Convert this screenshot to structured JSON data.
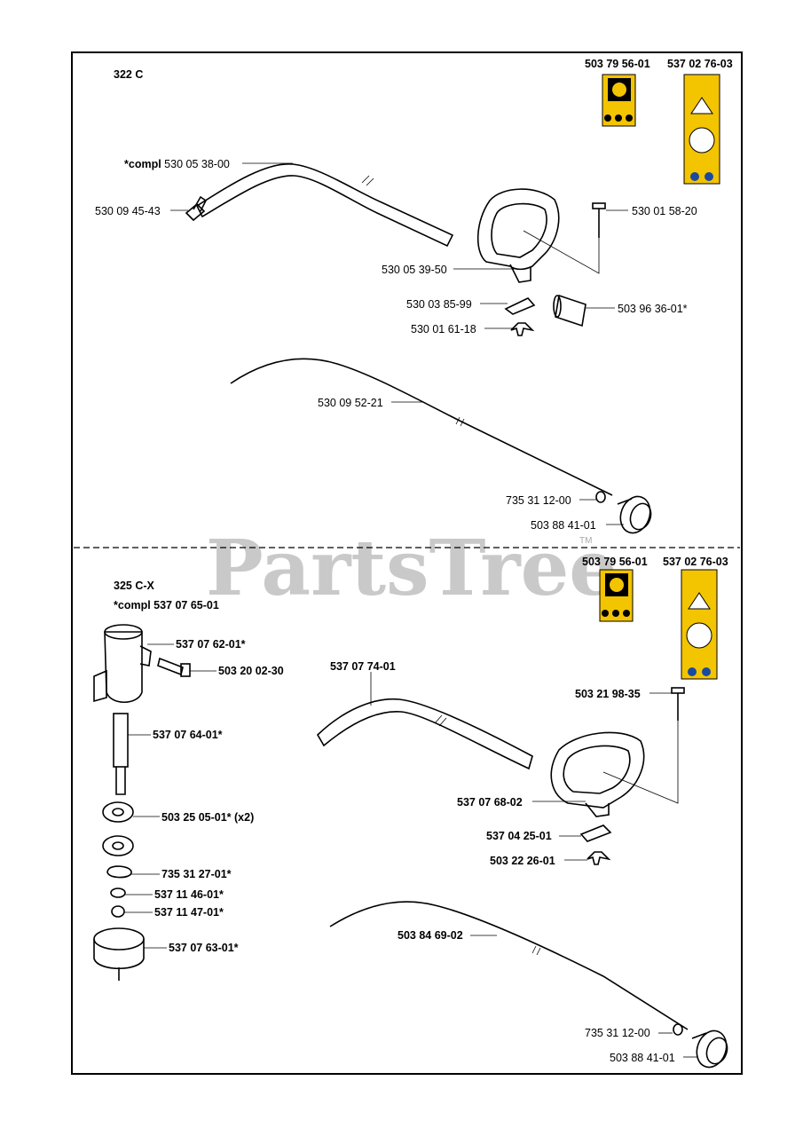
{
  "watermark": "PartsTree",
  "trademark": "TM",
  "section_322": {
    "model": "322 C",
    "decal_1": "503 79 56-01",
    "decal_2": "537 02 76-03",
    "parts": {
      "tube_prefix": "*compl",
      "tube": "530 05 38-00",
      "screw_left": "530 09 45-43",
      "bolt": "530 01 58-20",
      "handle": "530 05 39-50",
      "sleeve": "503 96 36-01*",
      "clamp": "530 03 85-99",
      "wing_nut": "530 01 61-18",
      "shaft": "530 09 52-21",
      "clip": "735 31 12-00",
      "knob": "503 88 41-01"
    }
  },
  "section_325": {
    "model": "325 C-X",
    "compl": "*compl 537 07 65-01",
    "decal_1": "503 79 56-01",
    "decal_2": "537 02 76-03",
    "parts": {
      "housing": "537 07 62-01*",
      "housing_screw": "503 20 02-30",
      "shaft_stub": "537 07 64-01*",
      "bearing": "503 25 05-01* (x2)",
      "circlip": "735 31 27-01*",
      "washer": "537 11 46-01*",
      "nut": "537 11 47-01*",
      "drive": "537 07 63-01*",
      "tube": "537 07 74-01",
      "bolt": "503 21 98-35",
      "handle": "537 07 68-02",
      "clamp": "537 04 25-01",
      "wing_nut": "503 22 26-01",
      "shaft": "503 84 69-02",
      "clip": "735 31 12-00",
      "knob": "503 88 41-01"
    }
  }
}
